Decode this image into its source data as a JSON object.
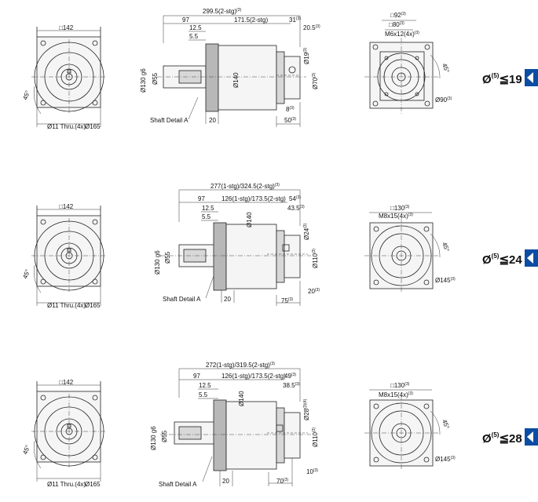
{
  "rows": [
    {
      "front": {
        "square": "□142",
        "angle": "45°",
        "holes": "Ø11 Thru.(4x)",
        "pcd": "Ø165"
      },
      "side": {
        "total": "299.5(2-stg)",
        "total_sup": "(3)",
        "body": "171.5(2-stg)",
        "d97": "97",
        "d12_5": "12.5",
        "d5_5": "5.5",
        "d31": "31",
        "d31_sup": "(3)",
        "d20_5": "20.5",
        "d20_5_sup": "(3)",
        "d20": "20",
        "d8": "8",
        "d8_sup": "(3)",
        "d50": "50",
        "d50_sup": "(3)",
        "dia130": "Ø130 g6",
        "dia55": "Ø55",
        "dia140": "Ø140",
        "dia_in1": "Ø19",
        "dia_in1_sup": "(3)",
        "dia_in2": "Ø70",
        "dia_in2_sup": "(3)",
        "shaft": "Shaft Detail A"
      },
      "flange": {
        "sq_top": "□92",
        "sq_top_sup": "(3)",
        "sq_mid": "□80",
        "sq_mid_sup": "(3)",
        "thread": "M6x12(4x)",
        "thread_sup": "(3)",
        "angle": "45°",
        "pcd": "Ø90",
        "pcd_sup": "(3)"
      },
      "ratio": {
        "prefix": "Ø",
        "sup": "(5)",
        "text": "≦19"
      }
    },
    {
      "front": {
        "square": "□142",
        "angle": "45°",
        "holes": "Ø11 Thru.(4x)",
        "pcd": "Ø165"
      },
      "side": {
        "total": "277(1-stg)/324.5(2-stg)",
        "total_sup": "(3)",
        "body": "126(1-stg)/173.5(2-stg)",
        "d97": "97",
        "d12_5": "12.5",
        "d5_5": "5.5",
        "d31": "54",
        "d31_sup": "(3)",
        "d20_5": "43.5",
        "d20_5_sup": "(3)",
        "d20": "20",
        "d8": "20",
        "d8_sup": "(3)",
        "d50": "75",
        "d50_sup": "(3)",
        "dia130": "Ø130 g6",
        "dia55": "Ø55",
        "dia140": "Ø140",
        "dia_in1": "Ø24",
        "dia_in1_sup": "(3)",
        "dia_in2": "Ø110",
        "dia_in2_sup": "(3)",
        "shaft": "Shaft Detail A"
      },
      "flange": {
        "sq_top": "□130",
        "sq_top_sup": "(3)",
        "sq_mid": "",
        "sq_mid_sup": "",
        "thread": "M8x15(4x)",
        "thread_sup": "(3)",
        "angle": "45°",
        "pcd": "Ø145",
        "pcd_sup": "(3)"
      },
      "ratio": {
        "prefix": "Ø",
        "sup": "(5)",
        "text": "≦24"
      }
    },
    {
      "front": {
        "square": "□142",
        "angle": "45°",
        "holes": "Ø11 Thru.(4x)",
        "pcd": "Ø165"
      },
      "side": {
        "total": "272(1-stg)/319.5(2-stg)",
        "total_sup": "(3)",
        "body": "126(1-stg)/173.5(2-stg)",
        "d97": "97",
        "d12_5": "12.5",
        "d5_5": "5.5",
        "d31": "49",
        "d31_sup": "(3)",
        "d20_5": "38.5",
        "d20_5_sup": "(3)",
        "d20": "20",
        "d8": "10",
        "d8_sup": "(3)",
        "d50": "70",
        "d50_sup": "(3)",
        "dia130": "Ø130 g6",
        "dia55": "Ø55",
        "dia140": "Ø140",
        "dia_in1": "Ø28",
        "dia_in1_sup": "(3)(4)",
        "dia_in2": "Ø110",
        "dia_in2_sup": "(3)",
        "shaft": "Shaft Detail A"
      },
      "flange": {
        "sq_top": "□130",
        "sq_top_sup": "(3)",
        "sq_mid": "",
        "sq_mid_sup": "",
        "thread": "M8x15(4x)",
        "thread_sup": "(3)",
        "angle": "45°",
        "pcd": "Ø145",
        "pcd_sup": "(3)"
      },
      "ratio": {
        "prefix": "Ø",
        "sup": "(5)",
        "text": "≦28"
      }
    }
  ]
}
